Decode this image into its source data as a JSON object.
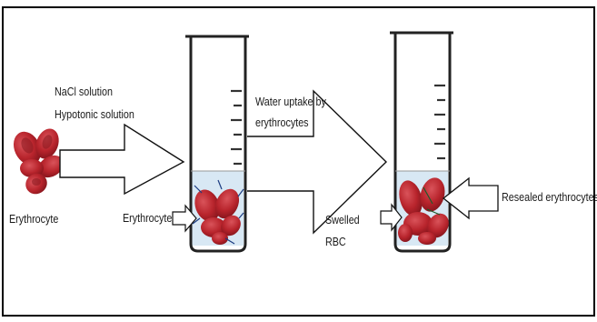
{
  "labels": {
    "nacl_solution": "NaCl solution",
    "hypotonic_solution": "Hypotonic solution",
    "erythrocyte_left": "Erythrocyte",
    "erythrocyte_beaker": "Erythrocyte",
    "water_uptake_line1": "Water uptake by",
    "water_uptake_line2": "erythrocytes",
    "swelled_line1": "Swelled",
    "swelled_line2": "RBC",
    "resealed": "Resealed erythrocytes"
  },
  "colors": {
    "border": "#000000",
    "rbc_dark": "#8e1a22",
    "rbc_main": "#b8242c",
    "rbc_light": "#d9535a",
    "liquid": "#d8e8f4",
    "beaker_glass": "#f7f7f7",
    "arrow_stroke": "#111111"
  }
}
